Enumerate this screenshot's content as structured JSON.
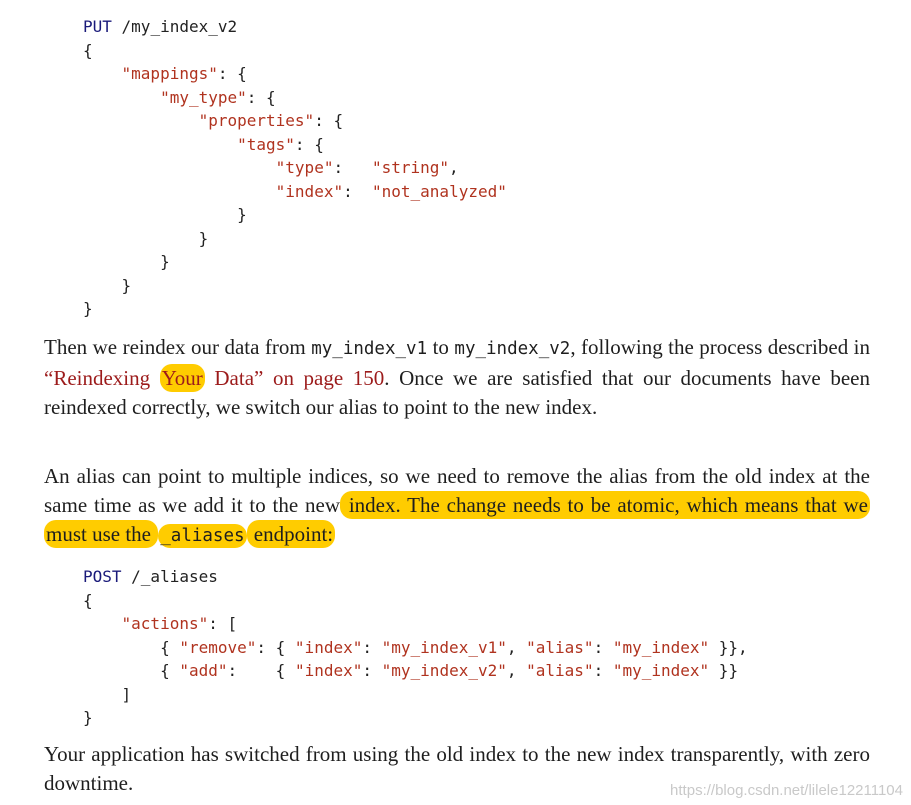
{
  "code_block_1": {
    "method": "PUT",
    "path": " /my_index_v2",
    "open_brace": "{",
    "mappings_key": "\"mappings\"",
    "my_type_key": "\"my_type\"",
    "properties_key": "\"properties\"",
    "tags_key": "\"tags\"",
    "type_key": "\"type\"",
    "type_value": "\"string\"",
    "index_key": "\"index\"",
    "index_value": "\"not_analyzed\"",
    "close_brace": "}"
  },
  "paragraph_1": {
    "t1": "Then we reindex our data from ",
    "c1": "my_index_v1",
    "t2": " to ",
    "c2": "my_index_v2",
    "t3": ", following the process described in ",
    "link_a": "“Reindexing ",
    "link_highlight": "Your",
    "link_b": " Data” on page 150",
    "t4": ". Once we are satisfied that our documents have been reindexed correctly, we switch our alias to point to the new index."
  },
  "paragraph_2": {
    "t1": "An alias can point to multiple indices, so we need to remove the alias from the old index at the same time as we add it to the new",
    "hl1": " index. The change needs to be atomic, which means that we must use the ",
    "code": "_aliases",
    "hl2": " endpoint:"
  },
  "code_block_2": {
    "method": "POST",
    "path": " /_aliases",
    "open_brace": "{",
    "actions_key": "\"actions\"",
    "remove_key": "\"remove\"",
    "add_key": "\"add\"",
    "index_key": "\"index\"",
    "alias_key": "\"alias\"",
    "v1": "\"my_index_v1\"",
    "v2": "\"my_index_v2\"",
    "alias_value": "\"my_index\"",
    "close_brace": "}"
  },
  "paragraph_3": {
    "text": "Your application has switched from using the old index to the new index transparently, with zero downtime."
  },
  "watermark": {
    "text": "https://blog.csdn.net/lilele12211104"
  },
  "colors": {
    "highlight": "#ffcc00",
    "string": "#b0331f",
    "keyword": "#1a1a7a",
    "link": "#9c1b1b"
  }
}
